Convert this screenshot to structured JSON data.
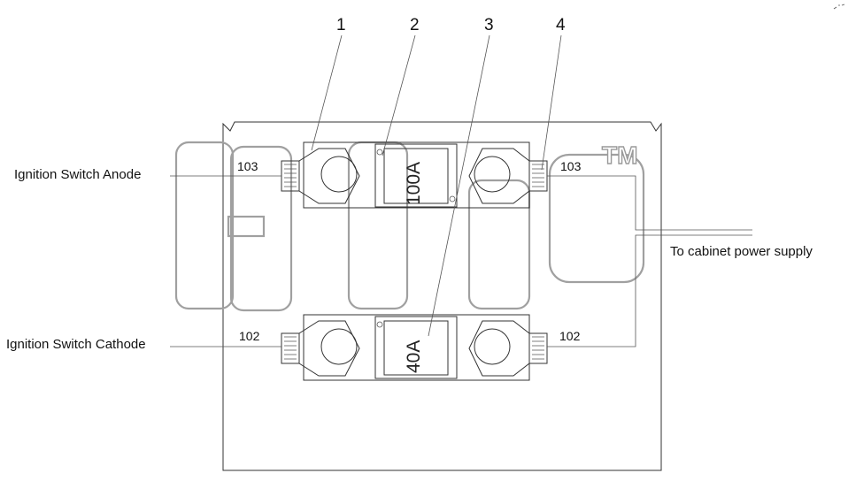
{
  "callouts": {
    "c1": "1",
    "c2": "2",
    "c3": "3",
    "c4": "4"
  },
  "labels": {
    "anode": "Ignition Switch Anode",
    "cathode": "Ignition Switch Cathode",
    "cabinet": "To cabinet power supply"
  },
  "wires": {
    "top_left": "103",
    "top_right": "103",
    "bottom_left": "102",
    "bottom_right": "102"
  },
  "fuses": {
    "top_rating": "100A",
    "bottom_rating": "40A"
  },
  "watermark": {
    "trademark": "TM"
  }
}
